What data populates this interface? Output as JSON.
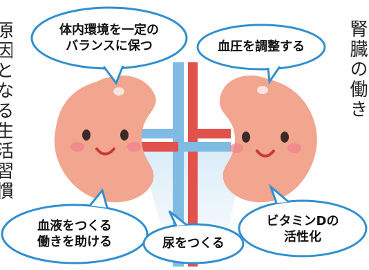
{
  "left_vertical_text": "原因となる生活習慣",
  "right_vertical_text": "腎臓の働き",
  "bubbles": {
    "top_left_line1": "体内環境を一定の",
    "top_left_line2": "バランスに保つ",
    "top_right": "血圧を調整する",
    "bottom_left_line1": "血液をつくる",
    "bottom_left_line2": "働きを助ける",
    "bottom_center": "尿をつくる",
    "bottom_right_line1": "ビタミンDの",
    "bottom_right_line2": "活性化"
  },
  "colors": {
    "bubble_border": "#2f8fd0",
    "kidney": "#f2a58f",
    "artery": "#e0524b",
    "vein": "#7fbbe3",
    "cheek": "#f07a8c"
  }
}
